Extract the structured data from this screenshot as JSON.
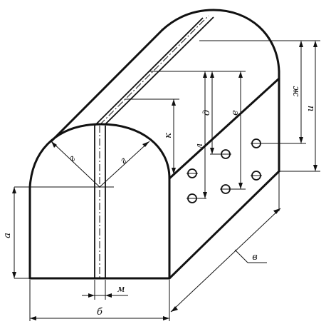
{
  "diagram": {
    "labels": {
      "a": "а",
      "b": "б",
      "v": "в",
      "g_left": "г",
      "g_right": "г",
      "d": "д",
      "e": "е",
      "zh": "ж",
      "i": "и",
      "k": "к",
      "l": "л",
      "m": "м"
    }
  }
}
